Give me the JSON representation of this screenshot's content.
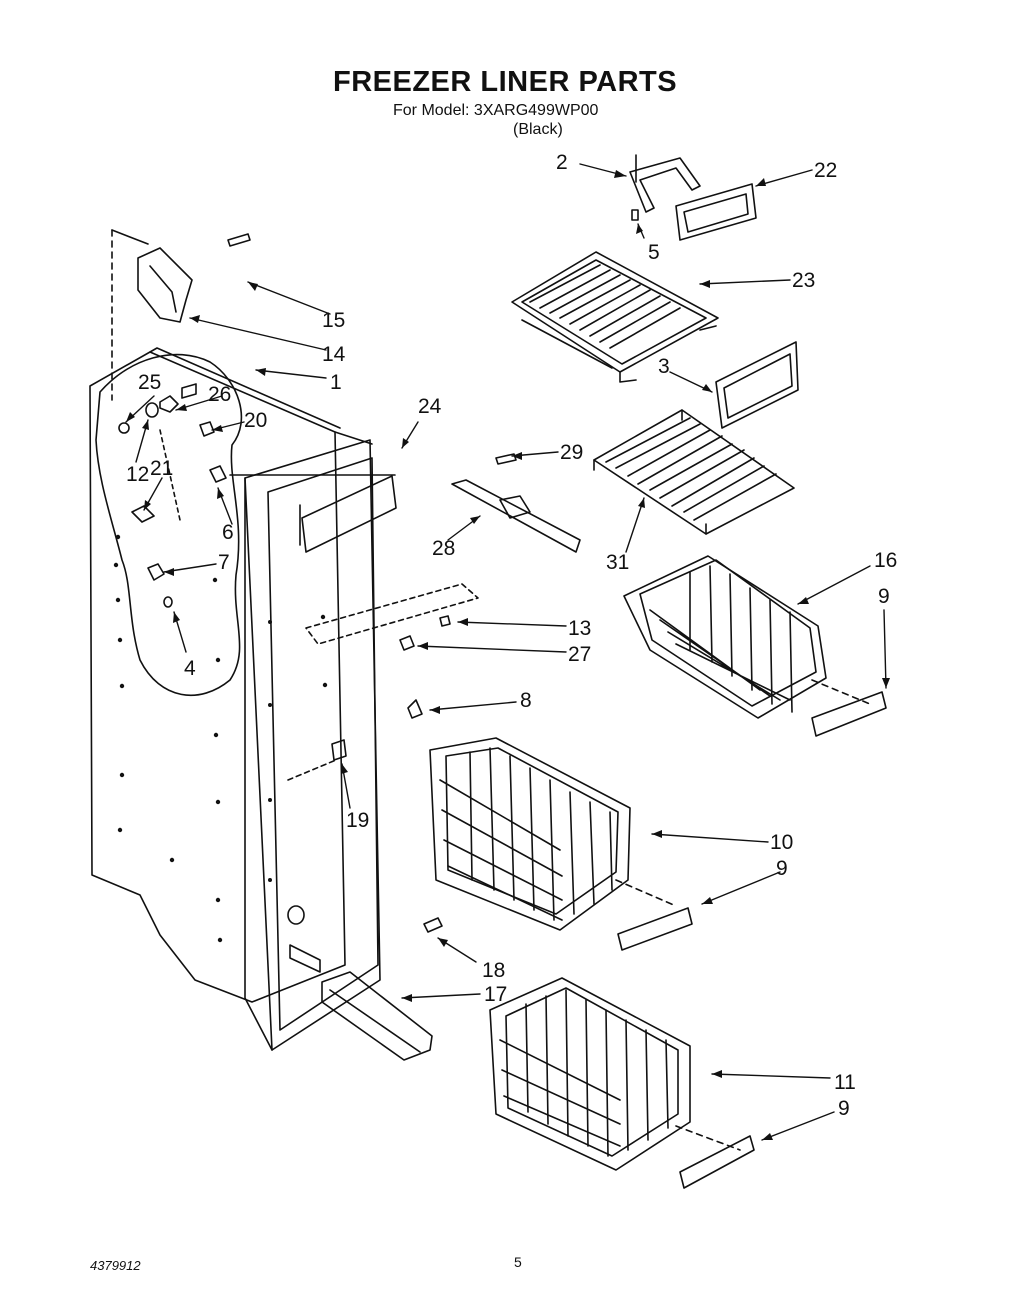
{
  "header": {
    "title": "FREEZER LINER PARTS",
    "model_line": "For Model: 3XARG499WP00",
    "variant": "(Black)"
  },
  "footer": {
    "doc_number": "4379912",
    "page_number": "5"
  },
  "callouts": [
    "2",
    "22",
    "5",
    "23",
    "15",
    "14",
    "1",
    "3",
    "25",
    "26",
    "20",
    "24",
    "29",
    "12",
    "21",
    "6",
    "28",
    "31",
    "16",
    "7",
    "9",
    "13",
    "27",
    "4",
    "8",
    "19",
    "10",
    "9",
    "18",
    "17",
    "11",
    "9"
  ]
}
